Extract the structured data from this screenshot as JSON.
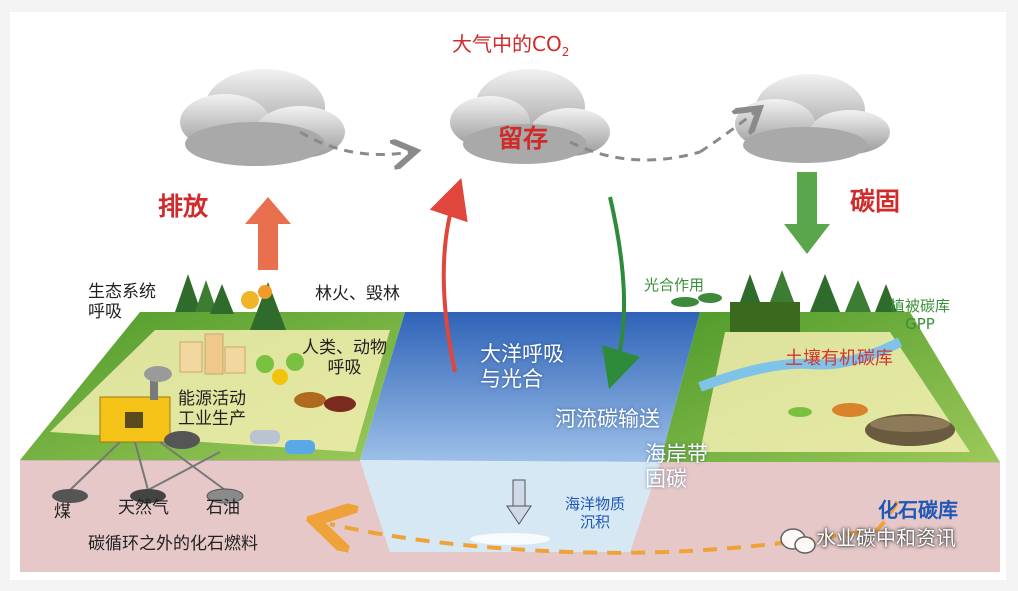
{
  "title": "大气中的CO",
  "title_sub": "2",
  "retain": "留存",
  "emission": "排放",
  "fixation": "碳固",
  "ecosystem_respiration": "生态系统\n呼吸",
  "fire_deforest": "林火、毁林",
  "humans_animals": "人类、动物\n呼吸",
  "energy_industry": "能源活动\n工业生产",
  "photosynthesis": "光合作用",
  "vegetation_pool": "植被碳库\nGPP",
  "soil_pool": "土壤有机碳库",
  "ocean_resp": "大洋呼吸\n与光合",
  "river_transport": "河流碳输送",
  "coastal": "海岸带\n固碳",
  "ocean_deposit": "海洋物质\n沉积",
  "coal": "煤",
  "gas": "天然气",
  "oil": "石油",
  "fossil_outside": "碳循环之外的化石燃料",
  "fossil_pool": "化石碳库",
  "watermark": "水业碳中和资讯",
  "colors": {
    "red": "#d02a2a",
    "green": "#3a8f3a",
    "blue": "#1e57b5",
    "arrow_orange": "#e8904a",
    "dash_orange": "#f0a23a"
  }
}
